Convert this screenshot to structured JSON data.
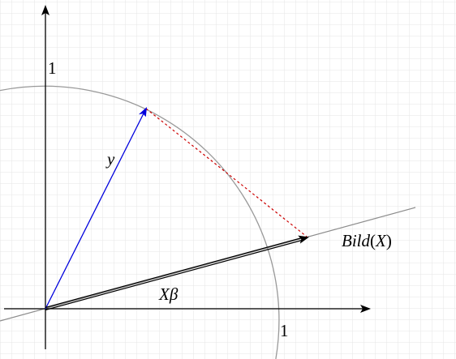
{
  "labels": {
    "y_tick": "1",
    "x_tick": "1",
    "y_vector": "y",
    "projection_prefix": "X",
    "projection_greek": "β",
    "image_name": "Bild",
    "image_open": "(",
    "image_arg": "X",
    "image_close": ")"
  },
  "colors": {
    "grid": "#e6e6e6",
    "axes": "#000000",
    "circle": "#999999",
    "y_vector": "#0000dd",
    "projection_vector": "#000000",
    "image_line": "#8c8c8c",
    "residual": "#cc0000"
  },
  "geometry_data": {
    "unit_circle_radius": 1,
    "y_vector": [
      0.428,
      0.849
    ],
    "projection_vector": [
      1.14,
      0.31
    ],
    "image_direction": [
      0.965,
      0.262
    ]
  }
}
